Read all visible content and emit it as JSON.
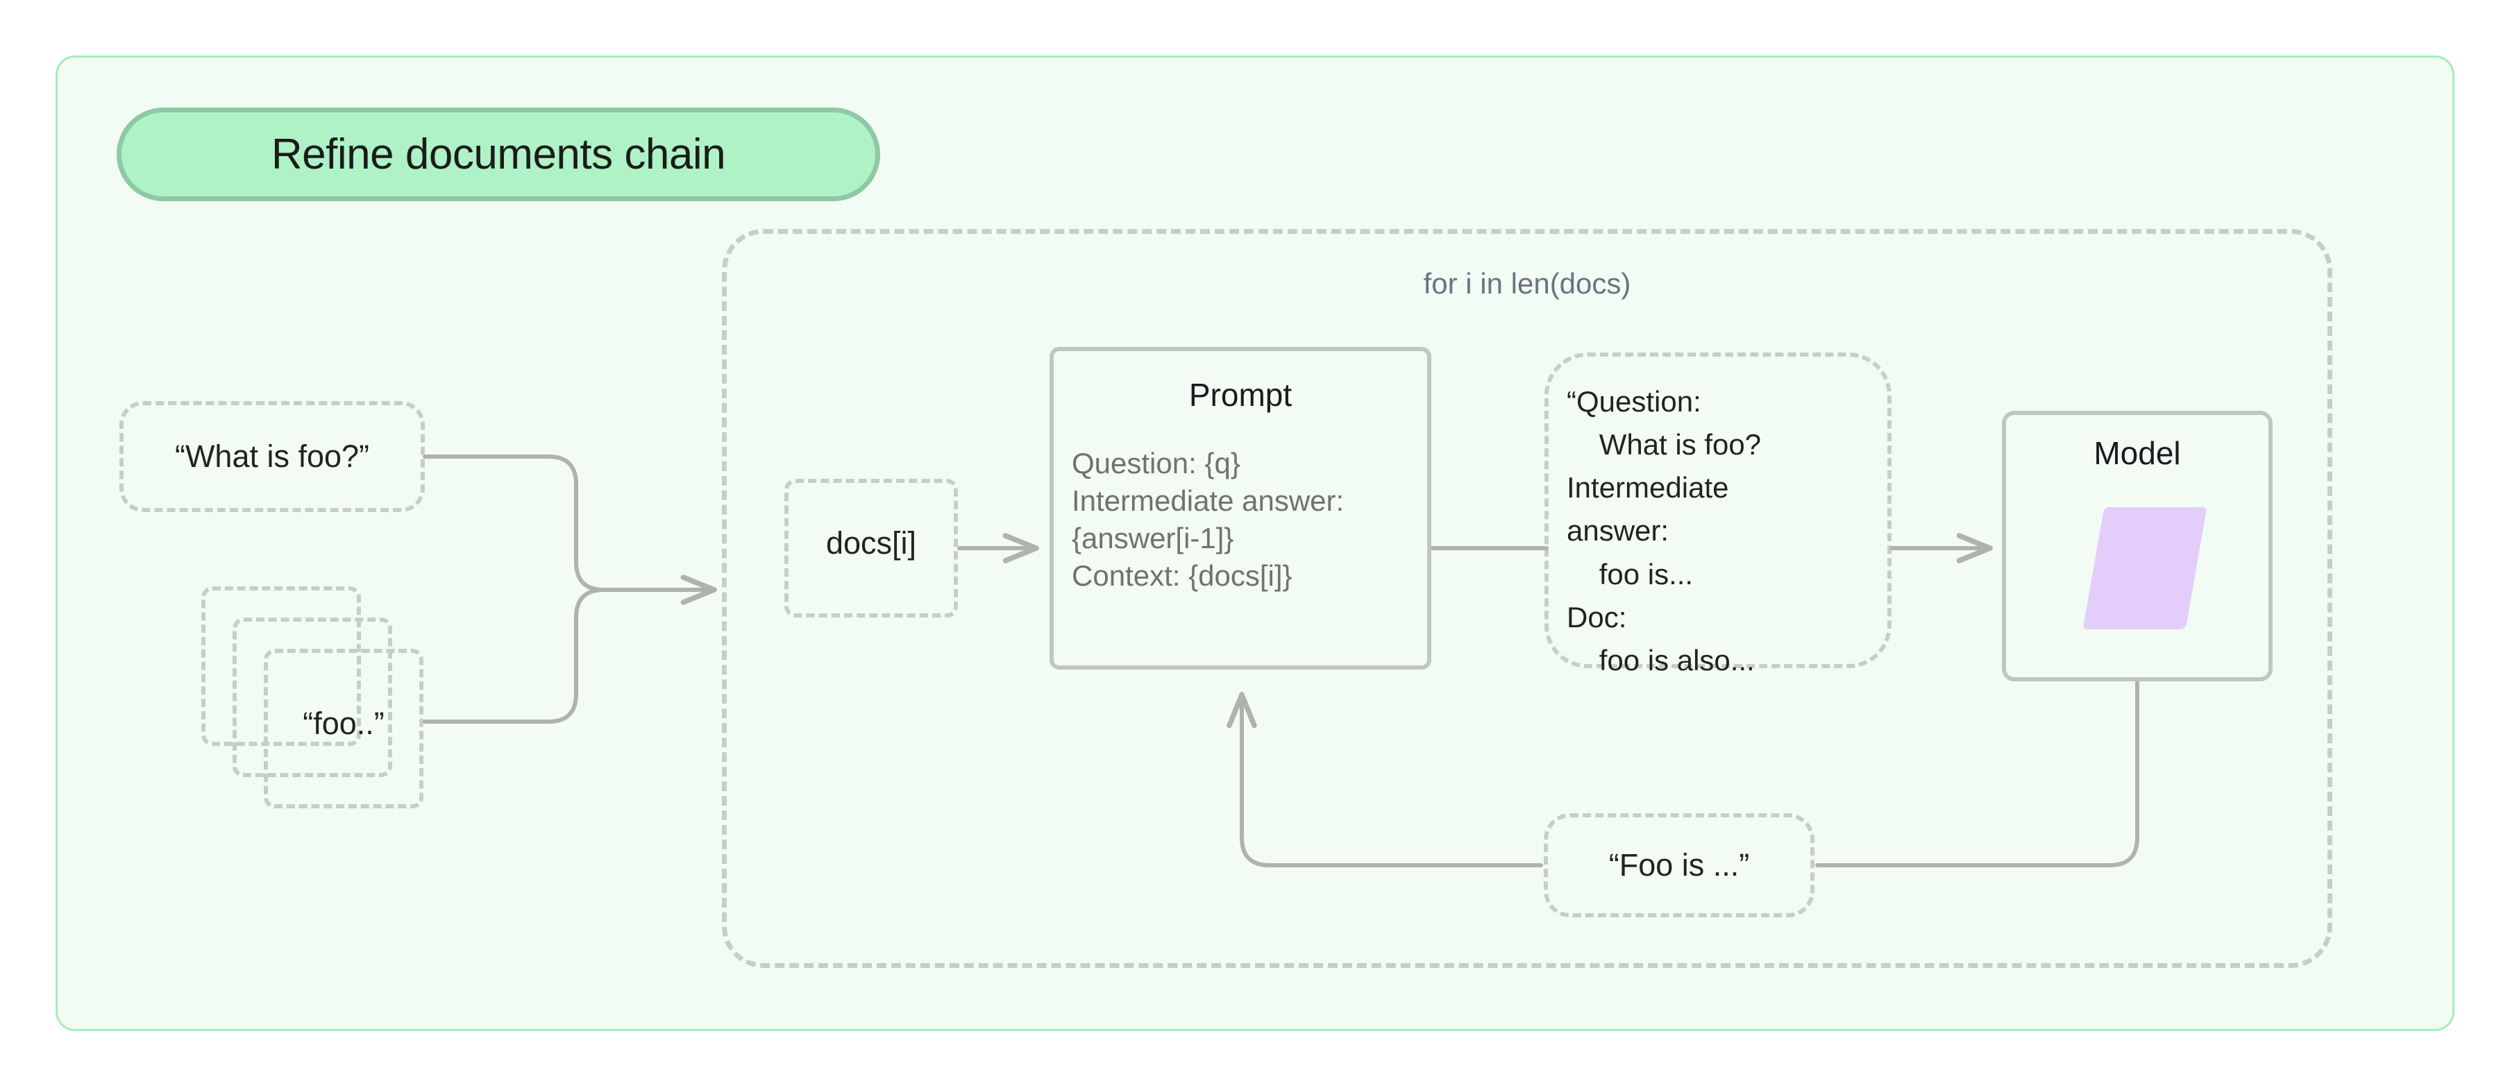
{
  "title_badge": {
    "label": "Refine documents chain"
  },
  "loop": {
    "label": "for i in len(docs)"
  },
  "inputs": {
    "question": {
      "label": "“What is foo?”"
    },
    "docs": {
      "label": "“foo..”"
    }
  },
  "loop_nodes": {
    "docs_index": {
      "label": "docs[i]"
    },
    "prompt": {
      "title": "Prompt",
      "lines": [
        "Question: {q}",
        "Intermediate answer:",
        "{answer[i-1]}",
        "Context: {docs[i]}"
      ]
    },
    "rendered_prompt": {
      "text": "“Question:\n    What is foo?\nIntermediate\nanswer:\n    foo is...\nDoc:\n    foo is also..."
    },
    "model": {
      "title": "Model"
    },
    "model_output": {
      "label": "“Foo is ...”"
    }
  },
  "colors": {
    "canvas_background": "#F2FBF4",
    "canvas_border": "#A4EDBC",
    "badge_fill": "#AEF2C6",
    "badge_border": "#8EC9A4",
    "dashed_stroke": "#C5CFC8",
    "solid_stroke": "#BFC7C2",
    "wire_stroke": "#ADB3AF",
    "model_shape_fill": "#E2CDFB",
    "text_dark": "#1f2420",
    "text_muted": "#6e7370"
  }
}
